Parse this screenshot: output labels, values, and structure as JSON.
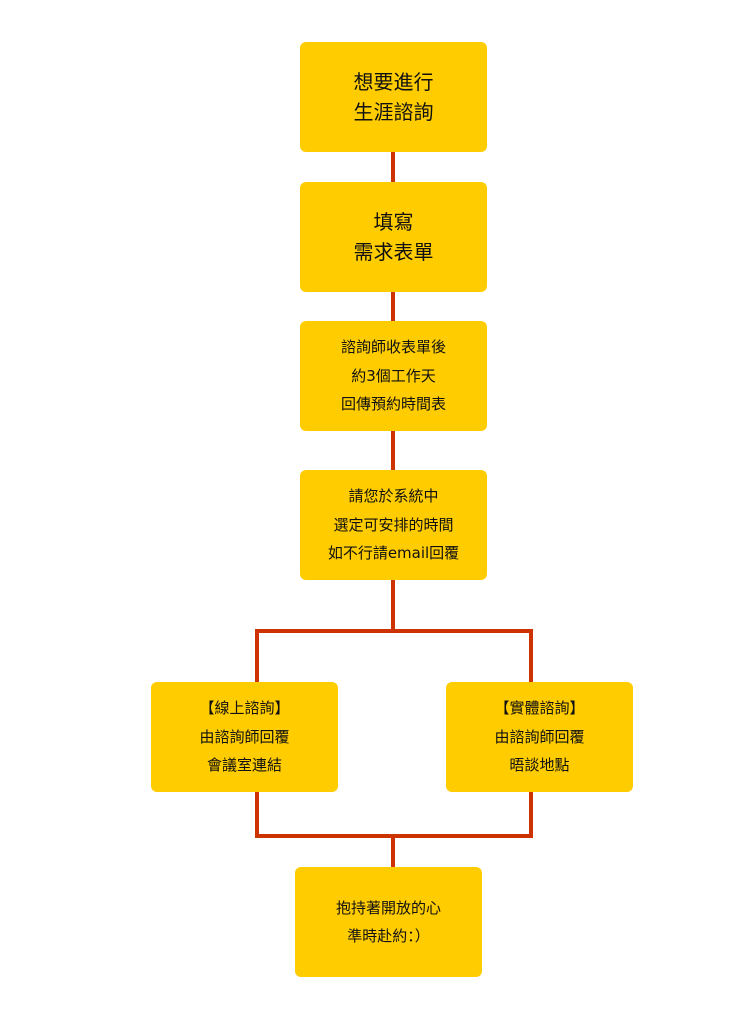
{
  "colors": {
    "box": "#FFCC00",
    "connector": "#CC3300"
  },
  "nodes": [
    {
      "id": "start",
      "lines": [
        "想要進行",
        "生涯諮詢"
      ]
    },
    {
      "id": "form",
      "lines": [
        "填寫",
        "需求表單"
      ]
    },
    {
      "id": "reply",
      "lines": [
        "諮詢師收表單後",
        "約3個工作天",
        "回傳預約時間表"
      ]
    },
    {
      "id": "select",
      "lines": [
        "請您於系統中",
        "選定可安排的時間",
        "如不行請email回覆"
      ]
    },
    {
      "id": "online",
      "lines": [
        "【線上諮詢】",
        "由諮詢師回覆",
        "會議室連結"
      ]
    },
    {
      "id": "inperson",
      "lines": [
        "【實體諮詢】",
        "由諮詢師回覆",
        "晤談地點"
      ]
    },
    {
      "id": "end",
      "lines": [
        "抱持著開放的心",
        "準時赴約：）"
      ]
    }
  ]
}
